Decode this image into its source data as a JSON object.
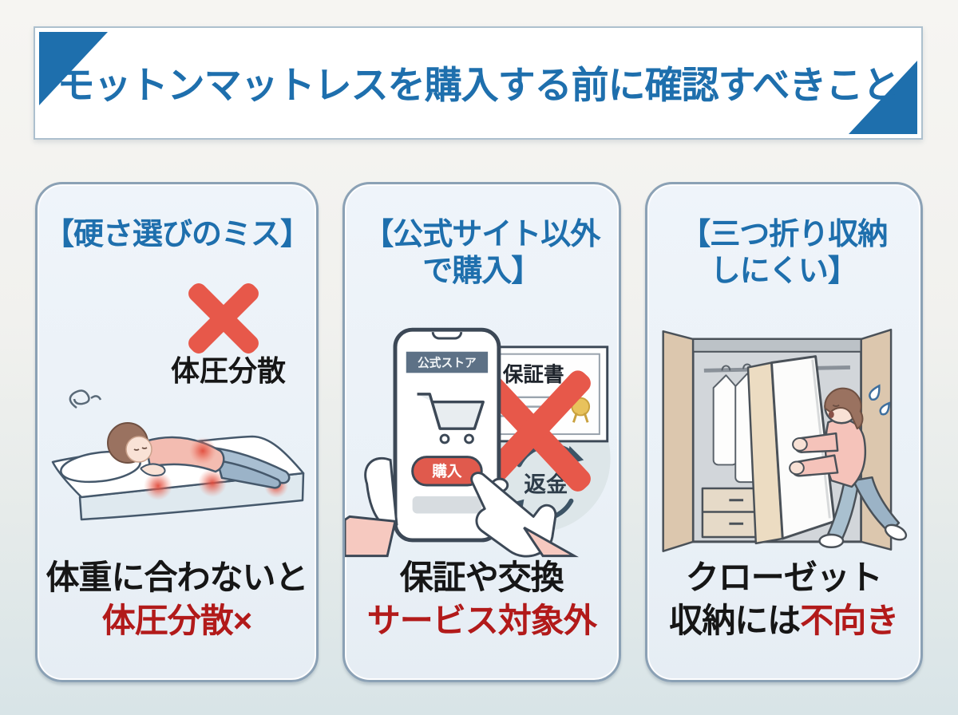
{
  "header": {
    "title": "モットンマットレスを購入する前に確認すべきこと"
  },
  "cards": [
    {
      "id": "firmness-mistake",
      "title_lines": [
        "【硬さ選びのミス】"
      ],
      "annotation": "体圧分散",
      "caption": {
        "line1": "体重に合わないと",
        "line2_red": "体圧分散×"
      }
    },
    {
      "id": "non-official-purchase",
      "title_lines": [
        "【公式サイト以外",
        "で購入】"
      ],
      "illustration": {
        "phone_header": "公式ストア",
        "buy_button": "購入",
        "certificate_title": "保証書",
        "cycle_label": "返金"
      },
      "caption": {
        "line1": "保証や交換",
        "line2_red": "サービス対象外"
      }
    },
    {
      "id": "trifold-storage",
      "title_lines": [
        "【三つ折り収納",
        "しにくい】"
      ],
      "caption": {
        "line1": "クローゼット",
        "line2_black": "収納には",
        "line2_red": "不向き"
      }
    }
  ],
  "colors": {
    "accent_blue": "#1e6fad",
    "alert_red": "#b21a1a",
    "cross_red": "#e7584a"
  }
}
